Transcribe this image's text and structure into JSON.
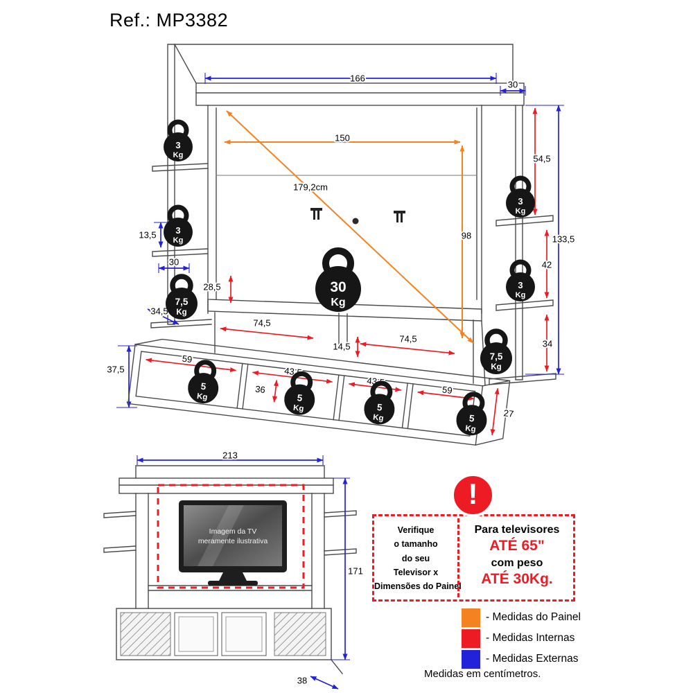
{
  "title": "Ref.: MP3382",
  "colors": {
    "panel_orange": "#F58220",
    "internal_red": "#ED1C24",
    "external_blue": "#2222D8"
  },
  "dims": {
    "top_width": "166",
    "top_depth": "30",
    "total_height": "133,5",
    "right_gap_top": "54,5",
    "right_gap_mid": "42",
    "right_gap_bottom": "34",
    "panel_width": "150",
    "panel_height": "98",
    "panel_diagonal": "179,2cm",
    "left_gap": "13,5",
    "left_shelf_depth": "30",
    "left_inner": "28,5",
    "left_bottom_depth": "34,5",
    "niche_left_width": "74,5",
    "niche_height": "14,5",
    "niche_right_width": "74,5",
    "cab_height": "37,5",
    "comp1_width": "59",
    "comp2_width": "43,5",
    "comp2_inner": "36",
    "comp3_width": "43,5",
    "comp4_width": "59",
    "cab_inner_height": "27",
    "front_width": "213",
    "front_height": "171",
    "front_depth": "38"
  },
  "weights": {
    "w3": "3",
    "w5": "5",
    "w75": "7,5",
    "w30": "30",
    "unit": "Kg"
  },
  "tv": {
    "line1": "Imagem da TV",
    "line2": "meramente ilustrativa"
  },
  "warning": {
    "left_lines": [
      "Verifique",
      "o tamanho",
      "do seu",
      "Televisor x",
      "Dimensões do Painel"
    ],
    "right_line1": "Para televisores",
    "right_line2": "ATÉ 65\"",
    "right_line3": "com peso",
    "right_line4": "ATÉ 30Kg."
  },
  "legend": {
    "items": [
      {
        "label": "- Medidas do Painel",
        "color": "#F58220"
      },
      {
        "label": "- Medidas Internas",
        "color": "#ED1C24"
      },
      {
        "label": "- Medidas Externas",
        "color": "#2222D8"
      }
    ],
    "footer": "Medidas em centímetros."
  }
}
